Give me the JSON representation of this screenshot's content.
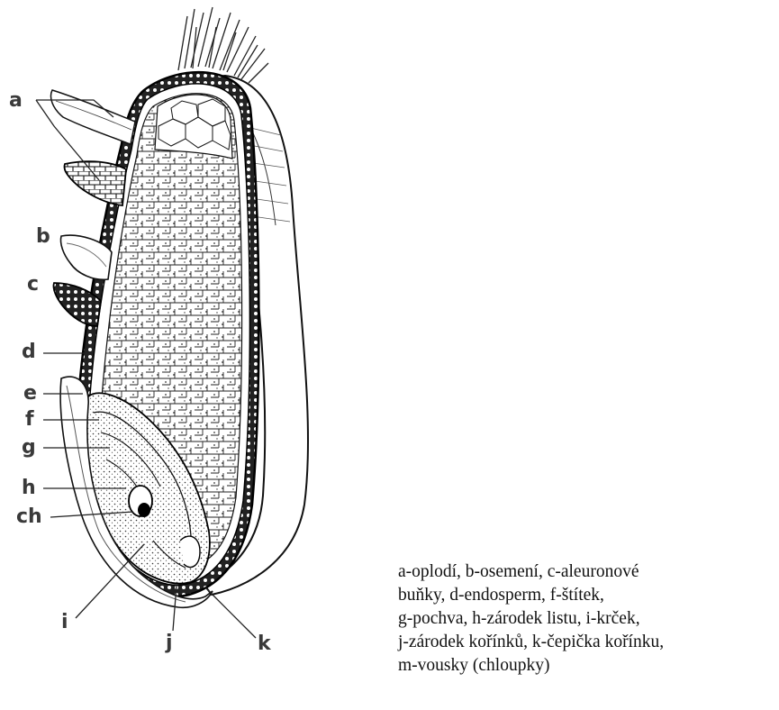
{
  "labels": {
    "a": "a",
    "b": "b",
    "c": "c",
    "d": "d",
    "e": "e",
    "f": "f",
    "g": "g",
    "h": "h",
    "ch": "ch",
    "i": "i",
    "j": "j",
    "k": "k"
  },
  "caption": {
    "line1": "a-oplodí, b-osemení, c-aleuronové",
    "line2": "buňky, d-endosperm, f-štítek,",
    "line3": "g-pochva, h-zárodek listu, i-krček,",
    "line4": "j-zárodek kořínků, k-čepička kořínku,",
    "line5": "m-vousky (chloupky)"
  }
}
